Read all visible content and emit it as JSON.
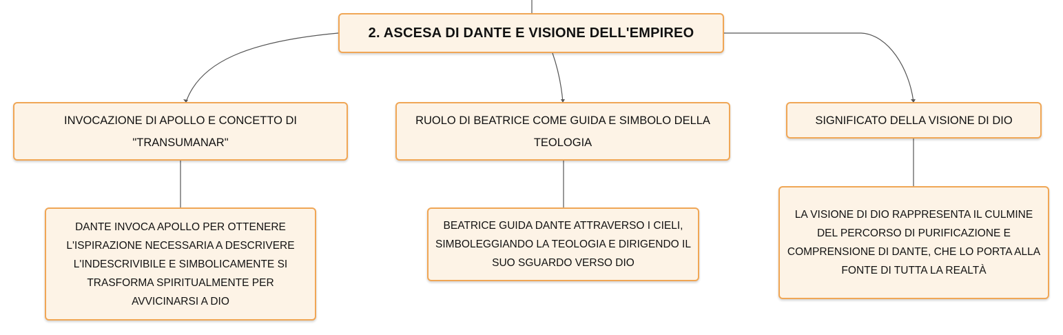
{
  "root": {
    "title": "2. ASCESA DI DANTE E VISIONE DELL'EMPIREO"
  },
  "branches": [
    {
      "label": "INVOCAZIONE DI APOLLO E CONCETTO DI \"TRANSUMANAR\"",
      "detail": "DANTE INVOCA APOLLO PER OTTENERE L'ISPIRAZIONE NECESSARIA A DESCRIVERE L'INDESCRIVIBILE E SIMBOLICAMENTE SI TRASFORMA SPIRITUALMENTE PER AVVICINARSI A DIO"
    },
    {
      "label": "RUOLO DI BEATRICE COME GUIDA E SIMBOLO DELLA TEOLOGIA",
      "detail": "BEATRICE GUIDA DANTE ATTRAVERSO I CIELI, SIMBOLEGGIANDO LA TEOLOGIA E DIRIGENDO IL SUO SGUARDO VERSO DIO"
    },
    {
      "label": "SIGNIFICATO DELLA VISIONE DI DIO",
      "detail": "LA VISIONE DI DIO RAPPRESENTA IL CULMINE DEL PERCORSO DI PURIFICAZIONE E COMPRENSIONE DI DANTE, CHE LO PORTA ALLA FONTE DI TUTTA LA REALTÀ"
    }
  ],
  "colors": {
    "node_fill": "#fdf3e6",
    "node_border": "#f0a655",
    "connector": "#555555"
  }
}
